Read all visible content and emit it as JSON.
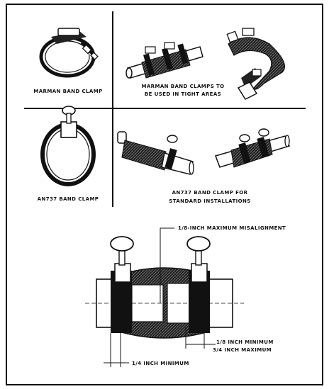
{
  "labels": {
    "marman_band_clamp": "MARMAN BAND CLAMP",
    "marman_tight_line1": "MARMAN BAND CLAMPS TO",
    "marman_tight_line2": "BE USED IN TIGHT AREAS",
    "an737_band_clamp": "AN737 BAND CLAMP",
    "an737_standard_line1": "AN737 BAND CLAMP FOR",
    "an737_standard_line2": "STANDARD INSTALLATIONS",
    "misalignment": "1/8-INCH MAXIMUM MISALIGNMENT",
    "gap_min": "1/8 INCH MINIMUM",
    "gap_max": "3/4 INCH MAXIMUM",
    "edge_min": "1/4 INCH MINIMUM"
  },
  "colors": {
    "ink": "#111111",
    "paper": "#ffffff",
    "hose": "#2a2a2a"
  }
}
